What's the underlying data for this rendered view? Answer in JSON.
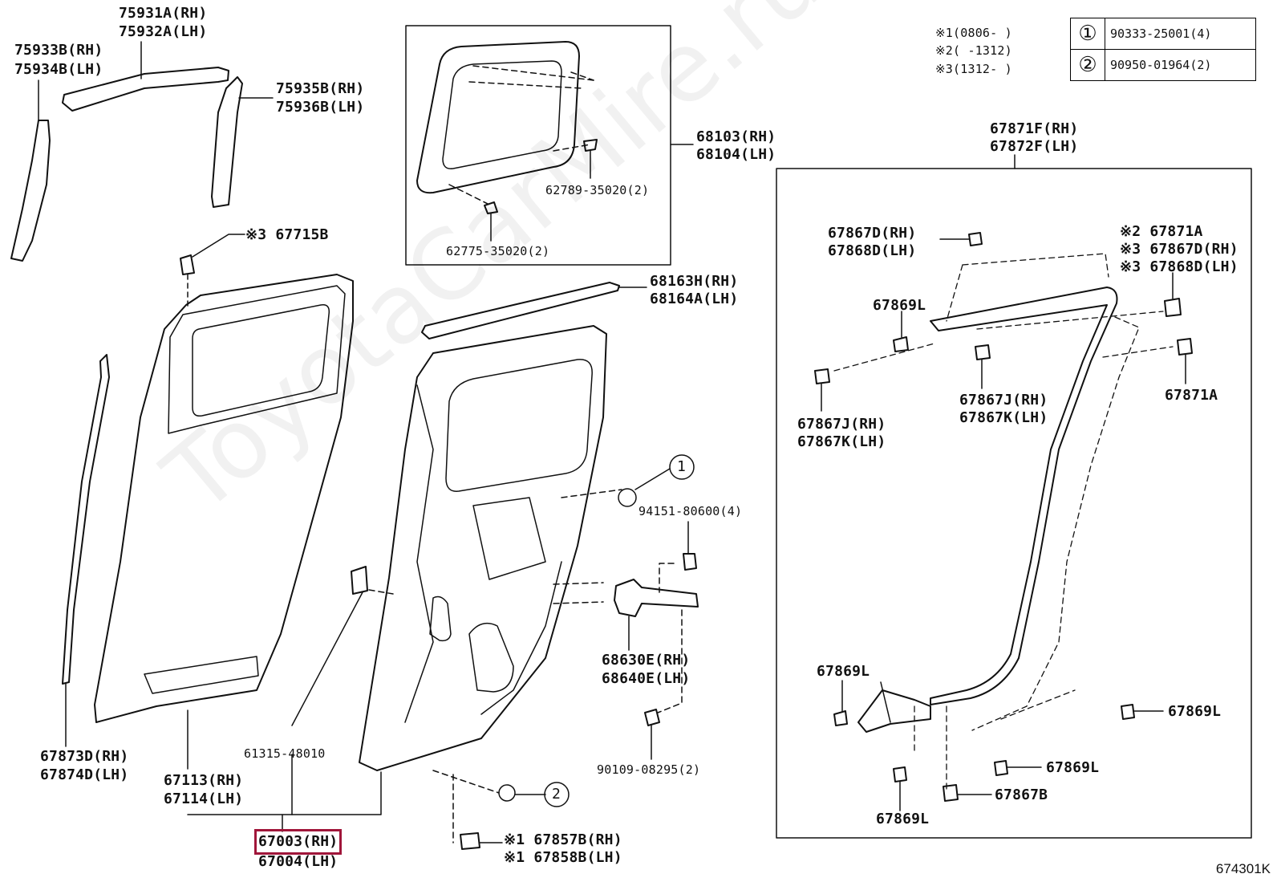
{
  "labels": {
    "p75931A": "75931A(RH)",
    "p75932A": "75932A(LH)",
    "p75933B": "75933B(RH)",
    "p75934B": "75934B(LH)",
    "p75935B": "75935B(RH)",
    "p75936B": "75936B(LH)",
    "p67715B": "※3 67715B",
    "p68103": "68103(RH)",
    "p68104": "68104(LH)",
    "p62789": "62789-35020(2)",
    "p62775": "62775-35020(2)",
    "p68163H": "68163H(RH)",
    "p68164A": "68164A(LH)",
    "p94151": "94151-80600(4)",
    "p68630E": "68630E(RH)",
    "p68640E": "68640E(LH)",
    "p90109": "90109-08295(2)",
    "p67873D": "67873D(RH)",
    "p67874D": "67874D(LH)",
    "p61315": "61315-48010",
    "p67113": "67113(RH)",
    "p67114": "67114(LH)",
    "p67003": "67003(RH)",
    "p67004": "67004(LH)",
    "p67857B": "※1 67857B(RH)",
    "p67858B": "※1 67858B(LH)",
    "p67871F": "67871F(RH)",
    "p67872F": "67872F(LH)",
    "p67867D_a": "67867D(RH)",
    "p67868D_a": "67868D(LH)",
    "p67869L_a": "67869L",
    "p67867J_a": "67867J(RH)",
    "p67867K_a": "67867K(LH)",
    "p67867J_b": "67867J(RH)",
    "p67867K_b": "67867K(LH)",
    "p67871A_a": "※2 67871A",
    "p67867D_b": "※3 67867D(RH)",
    "p67868D_b": "※3 67868D(LH)",
    "p67871A_b": "67871A",
    "p67869L_b": "67869L",
    "p67869L_c": "67869L",
    "p67869L_d": "67869L",
    "p67869L_e": "67869L",
    "p67867B": "67867B"
  },
  "notes": {
    "n1": "※1(0806-    )",
    "n2": "※2(    -1312)",
    "n3": "※3(1312-    )"
  },
  "legend": [
    {
      "mark": "①",
      "part": "90333-25001(4)"
    },
    {
      "mark": "②",
      "part": "90950-01964(2)"
    }
  ],
  "callouts": {
    "c1": "1",
    "c2": "2"
  },
  "watermark": "ToyotaCarMire.ru",
  "reference_code": "674301K",
  "colors": {
    "highlight": "#a0163a",
    "line": "#111111"
  }
}
